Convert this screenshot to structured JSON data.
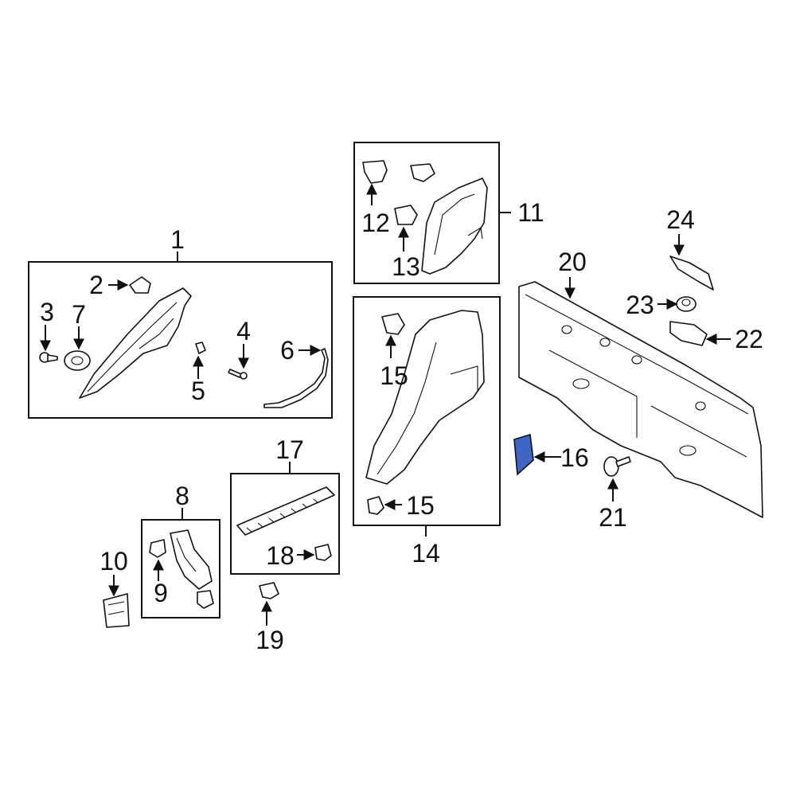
{
  "diagram": {
    "highlight_color": "#3f66c4",
    "callouts": {
      "c1": "1",
      "c2": "2",
      "c3": "3",
      "c4": "4",
      "c5": "5",
      "c6": "6",
      "c7": "7",
      "c8": "8",
      "c9": "9",
      "c10": "10",
      "c11": "11",
      "c12": "12",
      "c13": "13",
      "c14": "14",
      "c15a": "15",
      "c15b": "15",
      "c16": "16",
      "c17": "17",
      "c18": "18",
      "c19": "19",
      "c20": "20",
      "c21": "21",
      "c22": "22",
      "c23": "23",
      "c24": "24"
    }
  }
}
